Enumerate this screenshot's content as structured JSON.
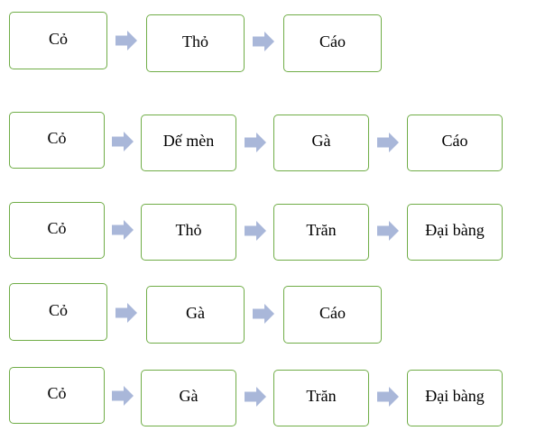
{
  "colors": {
    "box_border": "#70ad47",
    "arrow_fill": "#a9b7d9",
    "text": "#000000"
  },
  "arrow_icon": "right-block-arrow-icon",
  "food_chains": [
    {
      "organisms": [
        "Cỏ",
        "Thỏ",
        "Cáo"
      ]
    },
    {
      "organisms": [
        "Cỏ",
        "Dế mèn",
        "Gà",
        "Cáo"
      ]
    },
    {
      "organisms": [
        "Cỏ",
        "Thỏ",
        "Trăn",
        "Đại bàng"
      ]
    },
    {
      "organisms": [
        "Cỏ",
        "Gà",
        "Cáo"
      ]
    },
    {
      "organisms": [
        "Cỏ",
        "Gà",
        "Trăn",
        "Đại bàng"
      ]
    }
  ]
}
